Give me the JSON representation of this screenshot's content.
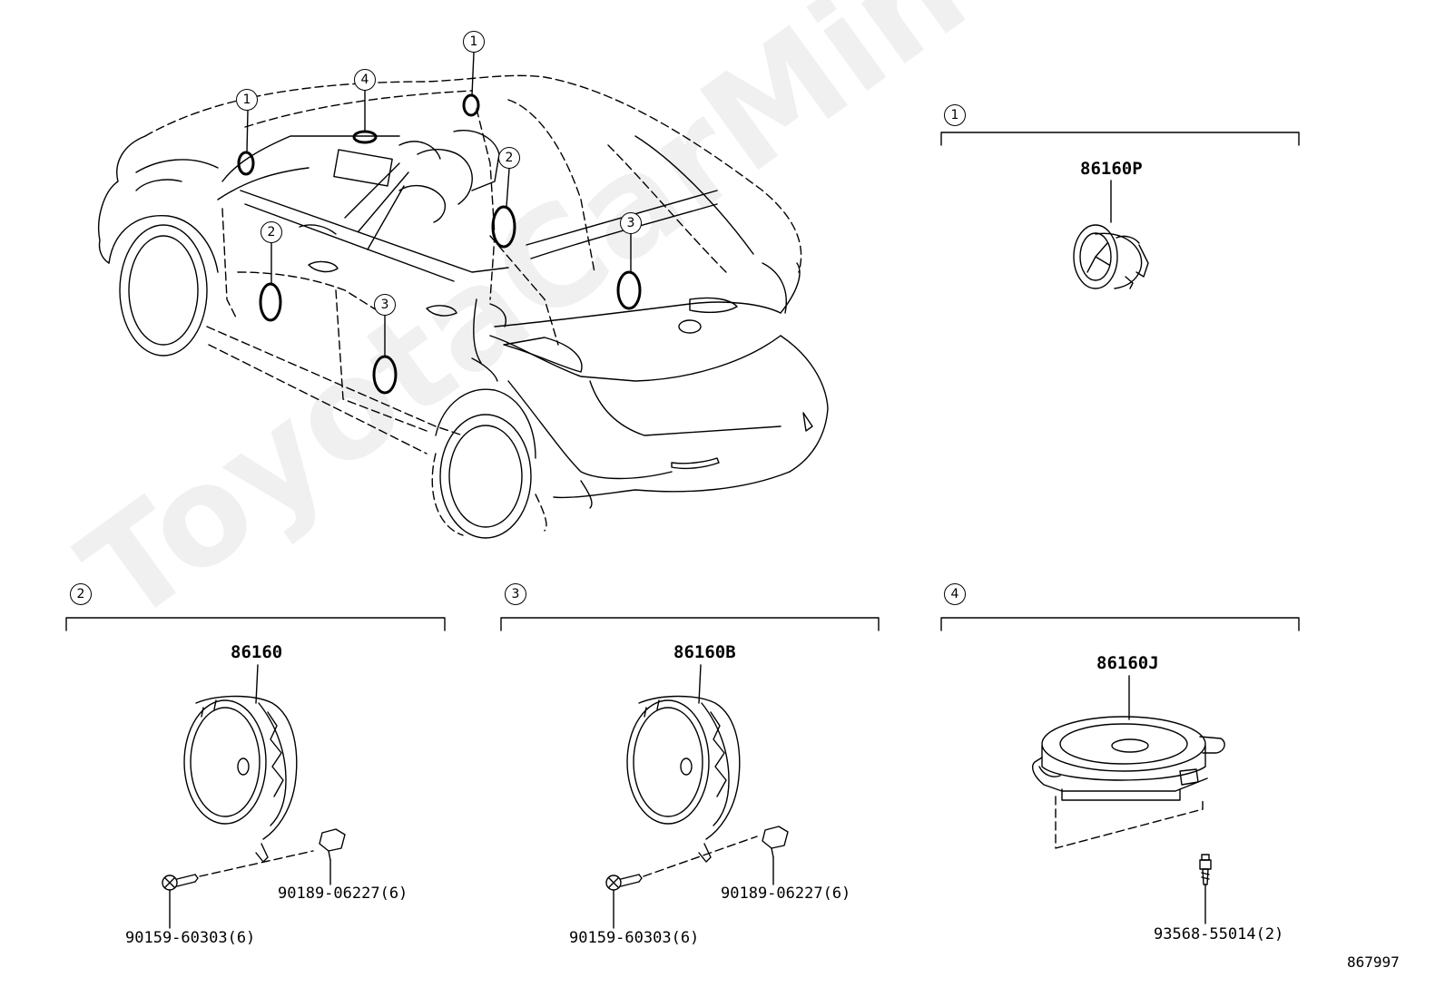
{
  "watermark": "ToyotaCarMine.ru",
  "drawing_id": "867997",
  "car_callouts": {
    "c1a": "1",
    "c1b": "1",
    "c4": "4",
    "c2a": "2",
    "c2b": "2",
    "c3a": "3",
    "c3b": "3"
  },
  "groups": [
    {
      "ref": "1",
      "part_number": "86160P"
    },
    {
      "ref": "2",
      "part_number": "86160",
      "bolt": "90159-60303(6)",
      "clip": "90189-06227(6)"
    },
    {
      "ref": "3",
      "part_number": "86160B",
      "bolt": "90159-60303(6)",
      "clip": "90189-06227(6)"
    },
    {
      "ref": "4",
      "part_number": "86160J",
      "screw": "93568-55014(2)"
    }
  ]
}
